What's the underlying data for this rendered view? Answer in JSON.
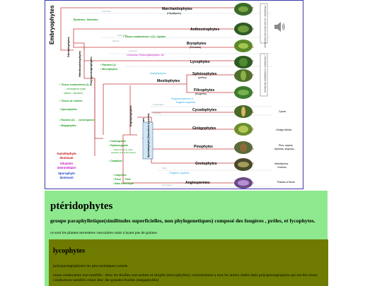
{
  "slide": {
    "title": "Embryophytes",
    "groups": {
      "stomatophytes": "Stomatophytes",
      "hemitracheophytes": "Hémitrachéophytes",
      "polysporangiophytes": "Polysporangiophytes",
      "euphyllophytes": "Euphyllophytes",
      "spermatophytes": "Spermatophytes (Vasculaires à graines)",
      "gymnospermes": "Gymnospermes"
    },
    "periods": {
      "cambrien": "Cambrien",
      "ordovicien": "Ordovicien",
      "silurien": "Silurien",
      "devonien": "Dévonien",
      "carbonifere": "Carbonifère",
      "permien": "Permien",
      "trias": "Trias",
      "jurassique": "Jurassique"
    },
    "taxa": {
      "marchantiophytes": "Marchantiophytes",
      "marchantiophytes_sub": "(Hépatiques)",
      "anthocerophytes": "Anthocérophytes",
      "bryophytes": "Bryophytes",
      "bryophytes_sub": "(Mousses)",
      "lycophytes": "Lycophytes",
      "monilophytes": "Monilophytes",
      "sphenophytes": "Sphénophytes",
      "sphenophytes_sub": "(prêles)",
      "filicophytes": "Filicophytes",
      "filicophytes_sub": "(fougères)",
      "cycadophytes": "Cycadophytes",
      "ginkgophytes": "Ginkgophytes",
      "pinophytes": "Pinophytes",
      "gnetophytes": "Gnetophytes",
      "angiospermes": "Angiospermes"
    },
    "fossils": {
      "cooksonia": "Cooksonia, Rhynia Aglaophyton, etc",
      "eophyllophyton": "Eophyllophyton",
      "progymnospermes": "Progymnospermes &",
      "fougeres_graines": "fougères à graines",
      "fougeres_graines_late": "Fougères à graines"
    },
    "characters": {
      "epiderme": "Épiderme, Stomates",
      "tissus_lignine": "• Tissus conducteurs « (1) » lignine",
      "racines_1": "• Racines (1)",
      "microphylles": "• Microphylles",
      "tissus_2a": "• Tissus conducteurs (2)",
      "tissus_2b": "→ convergence (mais",
      "tissus_2c": "xylème + phloème)",
      "tissus_soutien": "• Tissus de soutien",
      "sporophylles": "• Sporophylles",
      "racines_2": "• Racines (2) → convergence",
      "megaphylles": "• Mégaphylles",
      "ovule": "• Ovule/graine",
      "siphonogamie": "• Siphonogamie",
      "siphono_note_a": "→ indépendance du milieu",
      "siphono_note_b": "aquatique pour la fécondation)",
      "cambium": "• Cambium",
      "carpelles": "• Carpelles",
      "fleur_fruit": "• Fleur → Fruit",
      "bois": "• Bois hétéroxylé"
    },
    "examples": {
      "cycas": "Cycas",
      "ginkgo": "Ginkgo biloba",
      "pins_a": "Pins, sapins,",
      "pins_b": "épiceas, séquoia…",
      "gneto_a": "Welwitschia,",
      "gneto_b": "Gnetum",
      "plantes_fleurs": "Plantes à fleurs"
    },
    "legend": {
      "gametophyte_a": "Gamétophyte",
      "gametophyte_b": "dominant",
      "situation_a": "Situation",
      "situation_b": "intermédiaire",
      "sporophyte_a": "Sporophyte",
      "sporophyte_b": "dominant"
    },
    "side_boxes": {
      "top": "« Bryophytes » au sens ancien (non-vasculaires)",
      "bottom": "« Ptérophytes » (cryptogames vasculaires)"
    }
  },
  "colors": {
    "gametophyte": "#c01515",
    "situation": "#c010c0",
    "sporophyte": "#1840c8",
    "character_green": "#1a9a1a",
    "fossil_blue": "#28a8e0",
    "tree_red": "#c83838",
    "notes_bg": "#8ee88e",
    "lyco_bg": "#6f7b00"
  },
  "notes": {
    "title": "ptéridophytes",
    "subtitle": "groupe paraphylletique(similitudes superficielles, non phylogenetiques) composé des fougères , prêles, et lycophytes.",
    "description": "ce sont les plantes terresteres vasculaires mais n'ayant pas de graines"
  },
  "lycophytes": {
    "title": "lycophytes",
    "line1": "polysporangiophytes les plus archaiques actuels",
    "line2": "tissus conducteurs non ramifiés - donc les feuilles sont petites et simples (microphylles); contrairement a tous les autres clades dans polysporangiophyta qui ont des tissus conducteurs ramifiés créant dinc des grandes feuilles (mégaphylles)"
  }
}
